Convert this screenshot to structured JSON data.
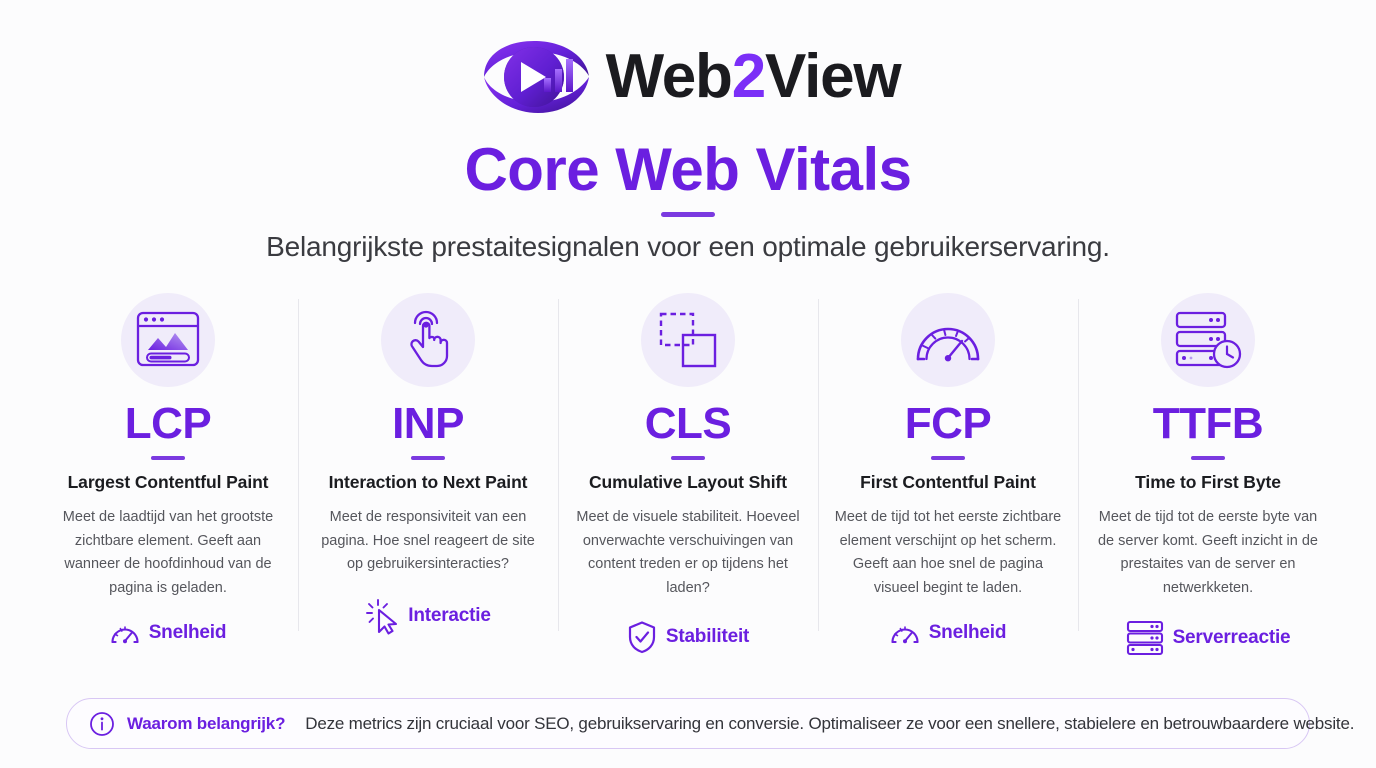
{
  "brand": {
    "name_part1": "Web",
    "name_accent": "2",
    "name_part2": "View",
    "logo_icon": "eye-bar-chart-play-logo"
  },
  "header": {
    "title": "Core Web Vitals",
    "subtitle": "Belangrijkste prestaitesignalen voor een optimale gebruikerservaring."
  },
  "colors": {
    "primary_purple": "#6b1fe0",
    "accent_purple": "#7b2ff7",
    "icon_bg": "#f0ecfa",
    "divider": "#e7e7ec",
    "page_bg": "#fcfcfd",
    "banner_border": "#d8c7f4"
  },
  "metrics": [
    {
      "abbr": "LCP",
      "name": "Largest Contentful Paint",
      "description": "Meet de laadtijd van het grootste zichtbare element. Geeft aan wanneer de hoofdinhoud van de pagina is geladen.",
      "icon": "browser-image-loading-icon",
      "tag_label": "Snelheid",
      "tag_icon": "speedometer-icon"
    },
    {
      "abbr": "INP",
      "name": "Interaction to Next Paint",
      "description": "Meet de responsiviteit van een pagina. Hoe snel reageert de site op gebruikersinteracties?",
      "icon": "tap-hand-icon",
      "tag_label": "Interactie",
      "tag_icon": "click-cursor-icon"
    },
    {
      "abbr": "CLS",
      "name": "Cumulative Layout Shift",
      "description": "Meet de visuele stabiliteit. Hoeveel onverwachte verschuivingen van content treden er op tijdens het laden?",
      "icon": "shifting-squares-icon",
      "tag_label": "Stabiliteit",
      "tag_icon": "shield-check-icon"
    },
    {
      "abbr": "FCP",
      "name": "First Contentful Paint",
      "description": "Meet de tijd tot het eerste zichtbare element verschijnt op het scherm. Geeft aan hoe snel de pagina visueel begint te laden.",
      "icon": "gauge-icon",
      "tag_label": "Snelheid",
      "tag_icon": "speedometer-icon"
    },
    {
      "abbr": "TTFB",
      "name": "Time to First Byte",
      "description": "Meet de tijd tot de eerste byte van de server komt. Geeft inzicht in de prestaites van de server en netwerkketen.",
      "icon": "server-clock-icon",
      "tag_label": "Serverreactie",
      "tag_icon": "server-rack-icon"
    }
  ],
  "banner": {
    "icon": "info-circle-icon",
    "strong": "Waarom belangrijk?",
    "text": "Deze metrics zijn cruciaal voor SEO, gebruikservaring en conversie. Optimaliseer ze voor een snellere, stabielere en betrouwbaardere website."
  }
}
